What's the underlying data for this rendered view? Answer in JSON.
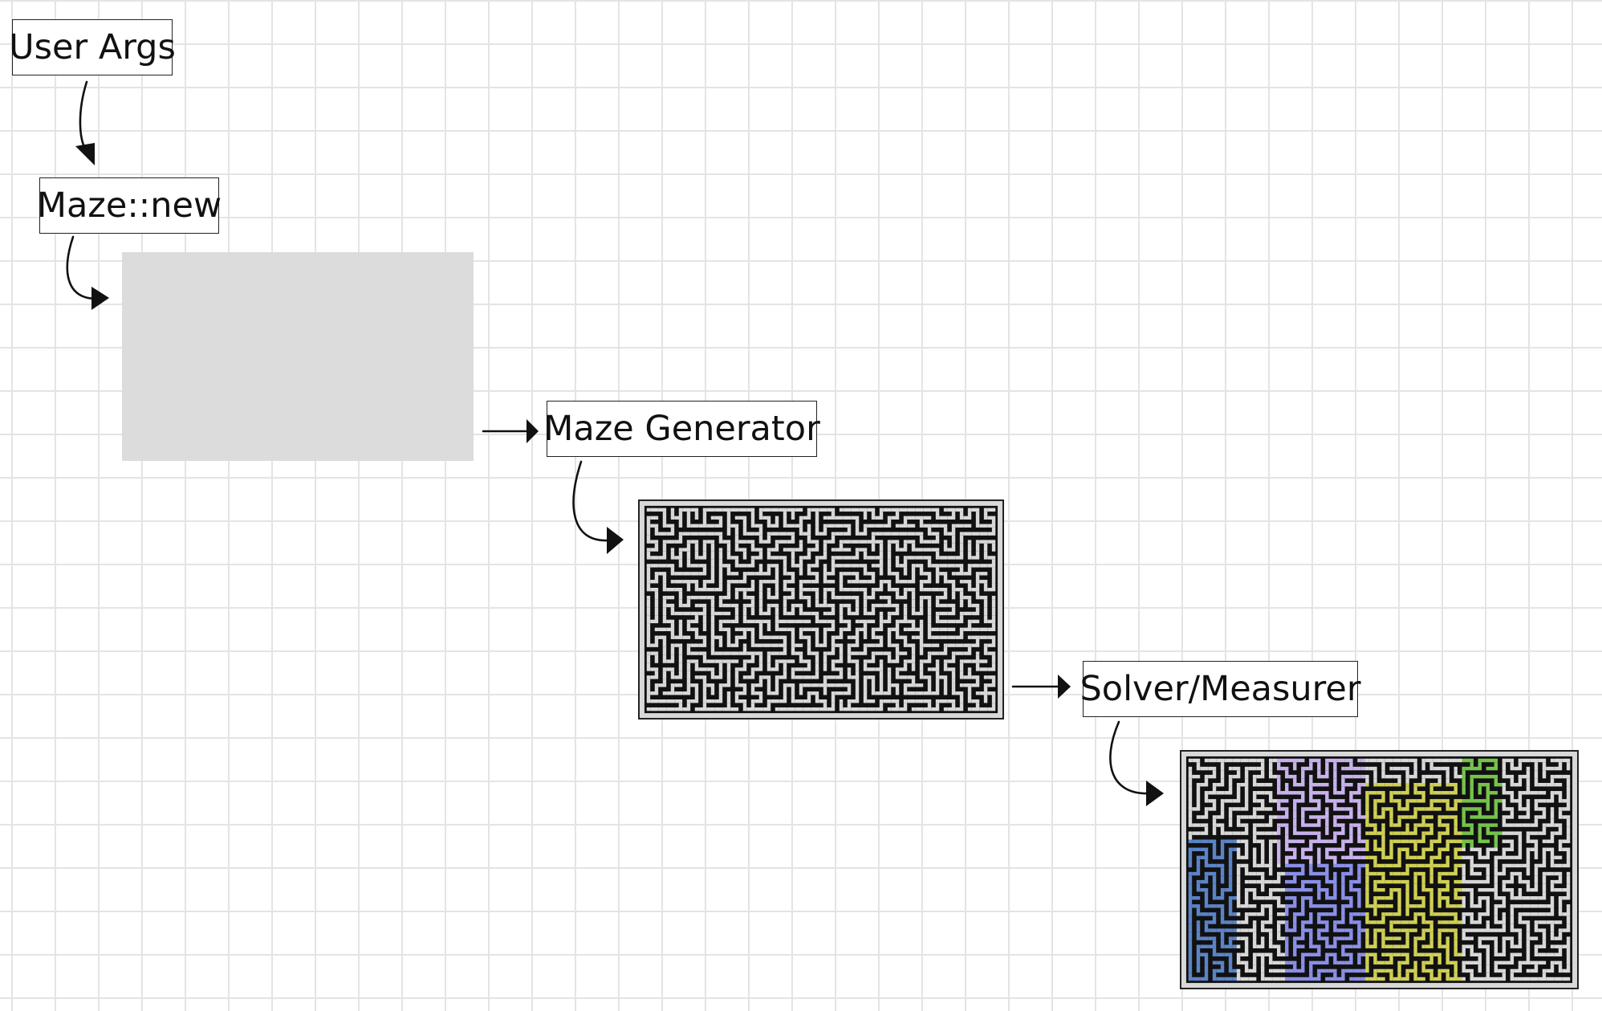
{
  "nodes": {
    "user_args": "User Args",
    "maze_new": "Maze::new",
    "maze_generator": "Maze Generator",
    "solver_measurer": "Solver/Measurer"
  },
  "colors": {
    "grid_line": "#e4e4e4",
    "placeholder": "#dcdcdc",
    "maze_wall": "#111111",
    "maze_path": "#d8d8d8",
    "region_blue": "#5b84c8",
    "region_lavender": "#c9b2ec",
    "region_periwinkle": "#8a8fe8",
    "region_yellow": "#cfcf55",
    "region_green": "#74c44a"
  }
}
